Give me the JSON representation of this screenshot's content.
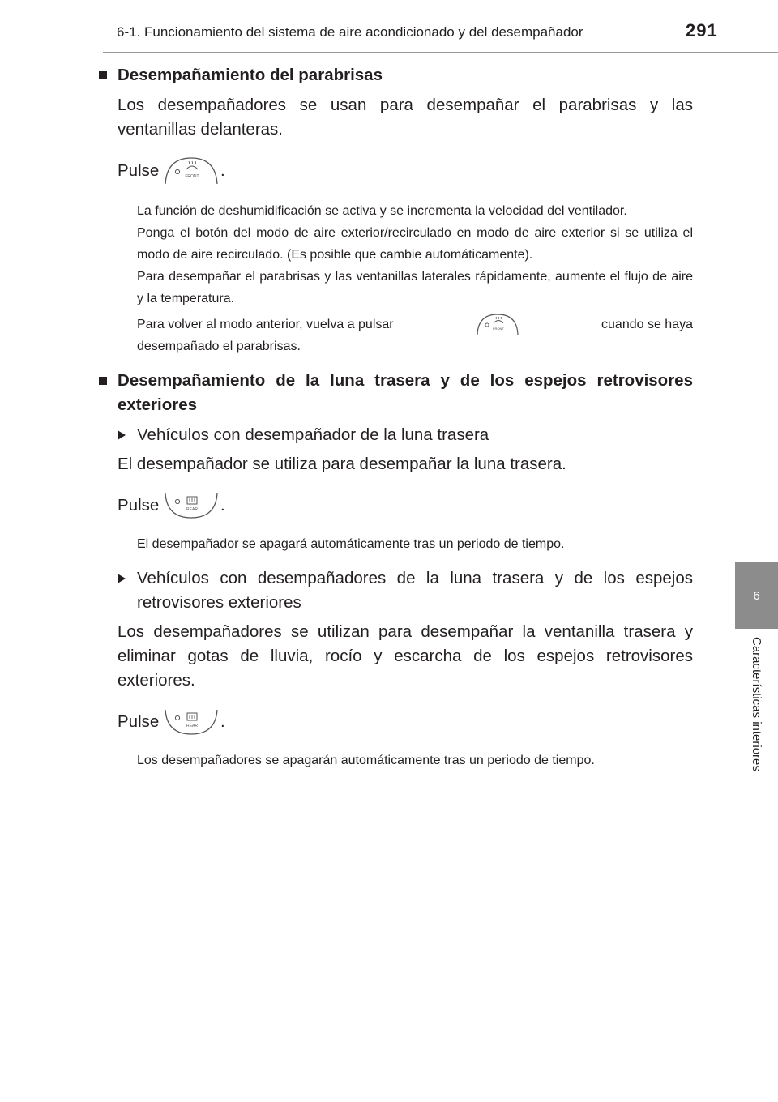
{
  "header": {
    "section_title": "6-1. Funcionamiento del sistema de aire acondicionado y del desempañador",
    "page_number": "291"
  },
  "side_tab": {
    "chapter_number": "6",
    "chapter_label": "Características interiores"
  },
  "windshield": {
    "heading": "Desempañamiento del parabrisas",
    "intro": "Los desempañadores se usan para desempañar el parabrisas y las ventanillas delanteras.",
    "pulse_label": "Pulse",
    "pulse_end": ".",
    "button_label": "FRONT",
    "note1": "La función de deshumidificación se activa y se incrementa la velocidad del ventilador.",
    "note2": "Ponga el botón del modo de aire exterior/recirculado en modo de aire exterior si se utiliza el modo de aire recirculado. (Es posible que cambie automáticamente).",
    "note3": "Para desempañar el parabrisas y las ventanillas laterales rápidamente, aumente el flujo de aire y la temperatura.",
    "note4_start": "Para volver al modo anterior, vuelva a pulsar",
    "note4_end": "cuando se haya",
    "note4_line2": "desempañado el parabrisas."
  },
  "rear": {
    "heading": "Desempañamiento de la luna trasera y de los espejos retrovisores exteriores",
    "sub1_heading": "Vehículos con desempañador de la luna trasera",
    "sub1_text": "El desempañador se utiliza para desempañar la luna trasera.",
    "sub1_pulse_label": "Pulse",
    "sub1_pulse_end": ".",
    "button_label": "REAR",
    "sub1_note": "El desempañador se apagará automáticamente tras un periodo de tiempo.",
    "sub2_heading": "Vehículos con desempañadores de la luna trasera y de los espejos retrovisores exteriores",
    "sub2_text": "Los desempañadores se utilizan para desempañar la ventanilla trasera y eliminar gotas de lluvia, rocío y escarcha de los espejos retrovisores exteriores.",
    "sub2_pulse_label": "Pulse",
    "sub2_pulse_end": ".",
    "sub2_note": "Los desempañadores se apagarán automáticamente tras un periodo de tiempo."
  }
}
